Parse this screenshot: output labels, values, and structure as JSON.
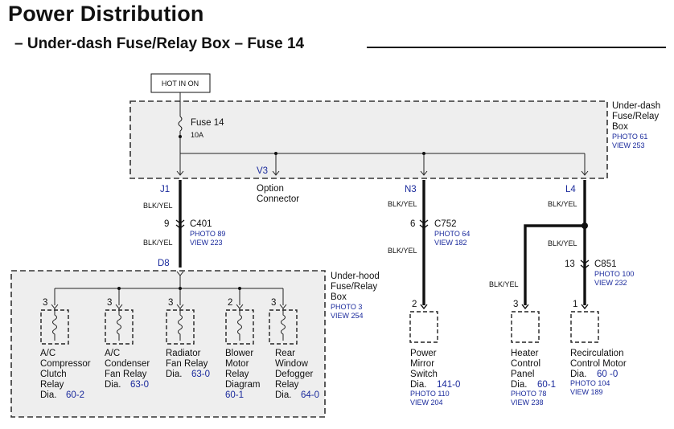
{
  "header": {
    "title": "Power Distribution",
    "subtitle": "– Under-dash Fuse/Relay Box – Fuse 14"
  },
  "hot_label": "HOT IN ON",
  "underdash_box": {
    "name_lines": [
      "Under-dash",
      "Fuse/Relay",
      "Box"
    ],
    "photo": "PHOTO 61",
    "view": "VIEW 253",
    "fuse_name": "Fuse 14",
    "fuse_rating": "10A",
    "terminals": [
      "J1",
      "V3",
      "N3",
      "L4"
    ]
  },
  "option_connector": [
    "Option",
    "Connector"
  ],
  "wires": {
    "j1_color": "BLK/YEL",
    "j1_color_2": "BLK/YEL",
    "n3_color": "BLK/YEL",
    "n3_color_2": "BLK/YEL",
    "l4_color": "BLK/YEL",
    "l4_color_2": "BLK/YEL",
    "heater_color": "BLK/YEL"
  },
  "connectors": {
    "c401": {
      "pin": "9",
      "name": "C401",
      "photo": "PHOTO 89",
      "view": "VIEW 223"
    },
    "c752": {
      "pin": "6",
      "name": "C752",
      "photo": "PHOTO 64",
      "view": "VIEW 182"
    },
    "c851": {
      "pin": "13",
      "name": "C851",
      "photo": "PHOTO 100",
      "view": "VIEW 232"
    }
  },
  "underhood_box": {
    "terminal": "D8",
    "name_lines": [
      "Under-hood",
      "Fuse/Relay",
      "Box"
    ],
    "photo": "PHOTO 3",
    "view": "VIEW 254",
    "relays": [
      {
        "pin": "3",
        "lines": [
          "A/C",
          "Compressor",
          "Clutch",
          "Relay"
        ],
        "dia_label": "Dia.",
        "dia": "60-2"
      },
      {
        "pin": "3",
        "lines": [
          "A/C",
          "Condenser",
          "Fan Relay"
        ],
        "dia_label": "Dia.",
        "dia": "63-0"
      },
      {
        "pin": "3",
        "lines": [
          "Radiator",
          "Fan Relay"
        ],
        "dia_label": "Dia.",
        "dia": "63-0"
      },
      {
        "pin": "2",
        "lines": [
          "Blower",
          "Motor",
          "Relay",
          "Diagram"
        ],
        "dia_label": "",
        "dia": "60-1"
      },
      {
        "pin": "3",
        "lines": [
          "Rear",
          "Window",
          "Defogger",
          "Relay"
        ],
        "dia_label": "Dia.",
        "dia": "64-0"
      }
    ]
  },
  "components": {
    "mirror": {
      "pin": "2",
      "lines": [
        "Power",
        "Mirror",
        "Switch"
      ],
      "dia_label": "Dia.",
      "dia": "141-0",
      "photo": "PHOTO 110",
      "view": "VIEW 204"
    },
    "heater": {
      "pin": "3",
      "lines": [
        "Heater",
        "Control",
        "Panel"
      ],
      "dia_label": "Dia.",
      "dia": "60-1",
      "photo": "PHOTO 78",
      "view": "VIEW 238"
    },
    "recirc": {
      "pin": "1",
      "lines": [
        "Recirculation",
        "Control Motor"
      ],
      "dia_label": "Dia.",
      "dia": "60 -0",
      "photo": "PHOTO 104",
      "view": "VIEW 189"
    }
  }
}
